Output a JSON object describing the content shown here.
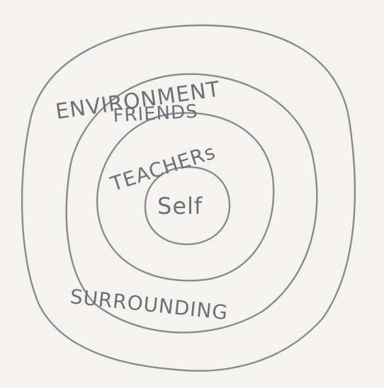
{
  "diagram": {
    "labels": {
      "environment": "ENVIRONMENT",
      "friends": "FRIENDS",
      "teachers": "TEACHERs",
      "self": "Self",
      "surrounding": "SURROUNDING"
    },
    "colors": {
      "paper": "#f4f3f0",
      "pencil": "#8a8a92",
      "pencil_text": "#6f6f78"
    }
  }
}
